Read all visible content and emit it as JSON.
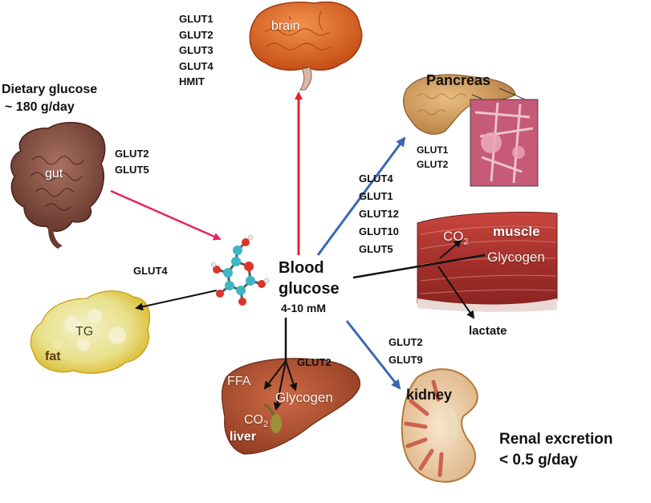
{
  "center": {
    "title_line1": "Blood",
    "title_line2": "glucose",
    "range": "4-10 mM"
  },
  "brain": {
    "label": "brain",
    "transporters": [
      "GLUT1",
      "GLUT2",
      "GLUT3",
      "GLUT4",
      "HMIT"
    ]
  },
  "gut": {
    "label": "gut",
    "intake_line1": "Dietary glucose",
    "intake_line2": "~ 180 g/day",
    "transporters": [
      "GLUT2",
      "GLUT5"
    ]
  },
  "pancreas": {
    "label": "Pancreas",
    "transporters": [
      "GLUT1",
      "GLUT2"
    ]
  },
  "muscle": {
    "label": "muscle",
    "transporters": [
      "GLUT4",
      "GLUT1",
      "GLUT12",
      "GLUT10",
      "GLUT5"
    ],
    "co2": "CO",
    "co2_sub": "2",
    "glycogen": "Glycogen",
    "lactate": "lactate"
  },
  "fat": {
    "label": "fat",
    "tg": "TG",
    "transporters": [
      "GLUT4"
    ]
  },
  "liver": {
    "label": "liver",
    "ffa": "FFA",
    "glycogen": "Glycogen",
    "co2": "CO",
    "co2_sub": "2",
    "transporters": [
      "GLUT2"
    ]
  },
  "kidney": {
    "label": "kidney",
    "transporters": [
      "GLUT2",
      "GLUT9"
    ],
    "excretion_line1": "Renal excretion",
    "excretion_line2": "< 0.5 g/day"
  },
  "colors": {
    "brain_arrow": "#e5222b",
    "gut_arrow": "#e8245e",
    "blue_arrow": "#3a67b1",
    "black_arrow": "#111111"
  }
}
